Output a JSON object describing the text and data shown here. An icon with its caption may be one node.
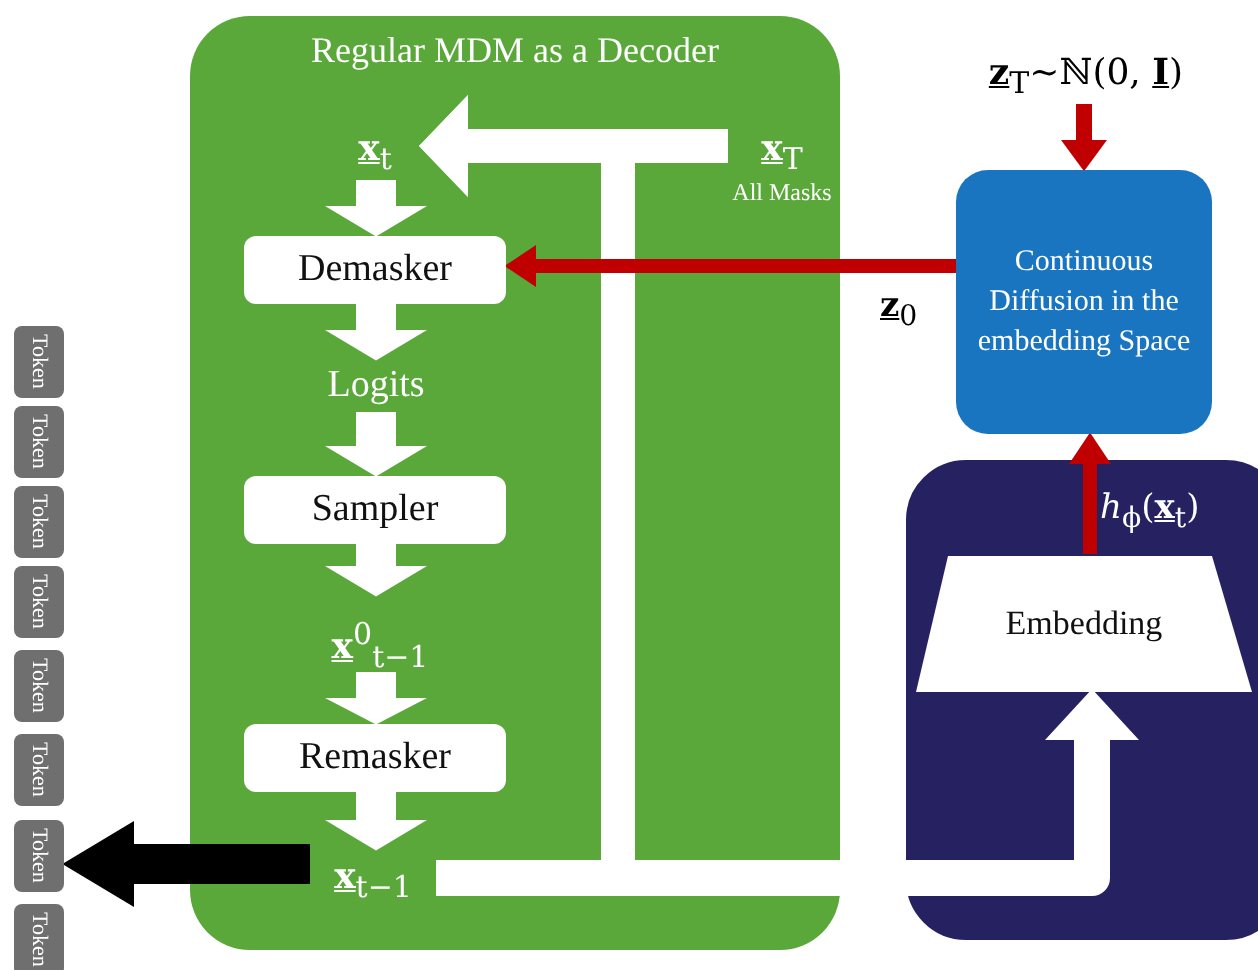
{
  "diagram": {
    "nodes": [
      {
        "text": [
          "Regular MDM as a Decoder"
        ]
      },
      {
        "text": [
          "**x**$_{t}$"
        ],
        "in": 0
      },
      {
        "text": [
          "**x**$_{T}$",
          "All Masks"
        ],
        "in": 0
      },
      {
        "text": [
          "Demasker"
        ],
        "in": 0
      },
      {
        "text": [
          "Logits"
        ],
        "in": 0
      },
      {
        "text": [
          "Sampler"
        ],
        "in": 0
      },
      {
        "text": [
          "**x**$^{0}$$_{t−1}$"
        ],
        "in": 0
      },
      {
        "text": [
          "Remasker"
        ],
        "in": 0
      },
      {
        "text": [
          "**x**$_{t−1}$"
        ],
        "in": 0
      },
      {
        "text": [
          "**z**$_{T}$~ℕ(0, **I**)"
        ]
      },
      {
        "text": [
          "Continuous Diffusion in the embedding Space"
        ]
      },
      {
        "text": [],
        "shape": "box"
      },
      {
        "text": [
          "Embedding"
        ],
        "in": 11
      },
      {
        "text": [
          "Token"
        ]
      },
      {
        "text": [
          "Token"
        ]
      },
      {
        "text": [
          "Token"
        ]
      },
      {
        "text": [
          "Token"
        ]
      },
      {
        "text": [
          "Token"
        ]
      },
      {
        "text": [
          "Token"
        ]
      },
      {
        "text": [
          "Token"
        ]
      },
      {
        "text": [
          "Token"
        ]
      }
    ],
    "edges": [
      {
        "from": 2,
        "to": 1,
        "arrow": "to"
      },
      {
        "from": 1,
        "to": 3,
        "arrow": "to"
      },
      {
        "from": 3,
        "to": 4,
        "arrow": "to"
      },
      {
        "from": 4,
        "to": 5,
        "arrow": "to"
      },
      {
        "from": 5,
        "to": 6,
        "arrow": "to"
      },
      {
        "from": 6,
        "to": 7,
        "arrow": "to"
      },
      {
        "from": 7,
        "to": 8,
        "arrow": "to"
      },
      {
        "from": 8,
        "to": 12,
        "arrow": "to"
      },
      {
        "from": 8,
        "to": 1,
        "arrow": "to"
      },
      {
        "from": 9,
        "to": 10,
        "arrow": "to",
        "color": "#c00000"
      },
      {
        "from": 10,
        "to": 3,
        "arrow": "to",
        "label": "**z**$_{0}$",
        "color": "#c00000"
      },
      {
        "from": 12,
        "to": 10,
        "arrow": "to",
        "label": "*h*$_{ϕ}$(**x**$_{t}$)",
        "color": "#c00000"
      },
      {
        "from": 8,
        "to": 19,
        "arrow": "to",
        "color": "#000000"
      }
    ]
  }
}
